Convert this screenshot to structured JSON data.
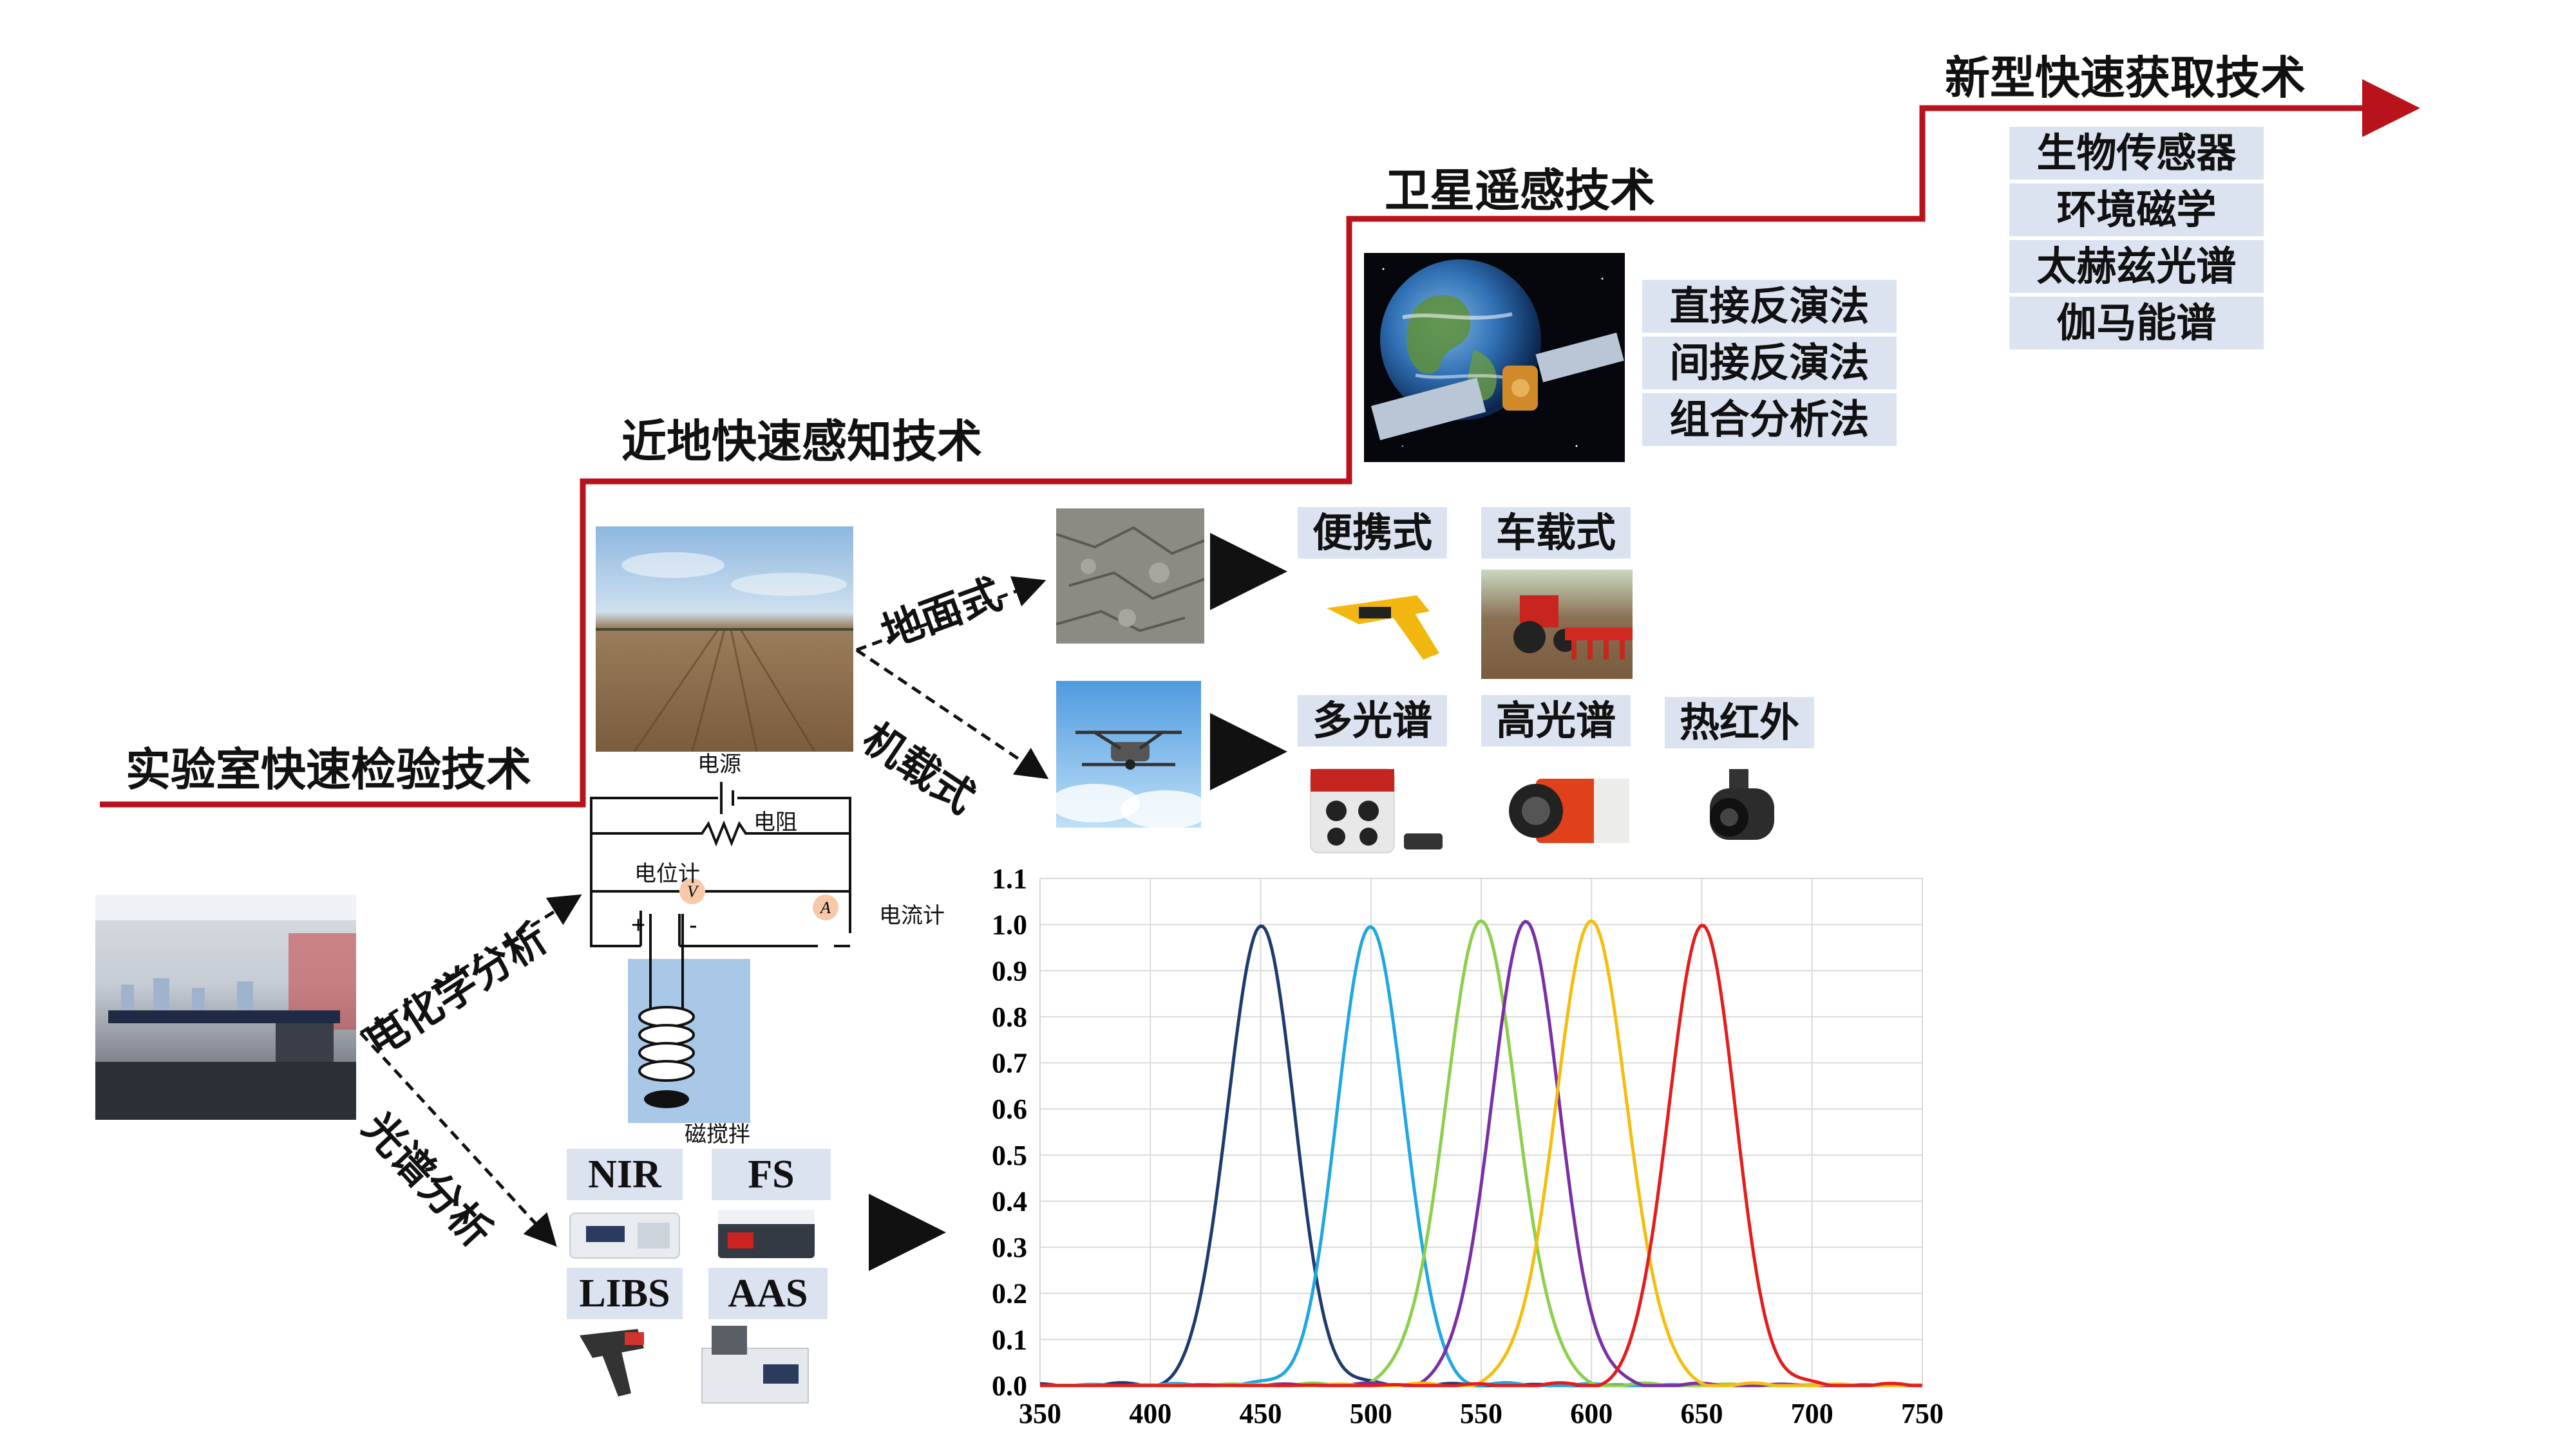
{
  "stages": [
    {
      "title": "实验室快速检验技术"
    },
    {
      "title": "近地快速感知技术"
    },
    {
      "title": "卫星遥感技术",
      "methods": [
        "直接反演法",
        "间接反演法",
        "组合分析法"
      ]
    },
    {
      "title": "新型快速获取技术",
      "methods": [
        "生物传感器",
        "环境磁学",
        "太赫兹光谱",
        "伽马能谱"
      ]
    }
  ],
  "near_ground": {
    "branch_ground": "地面式",
    "branch_air": "机载式",
    "ground_devices": [
      "便携式",
      "车载式"
    ],
    "air_devices": [
      "多光谱",
      "高光谱",
      "热红外"
    ]
  },
  "lab": {
    "branch_electro": "电化学分析",
    "branch_spectral": "光谱分析",
    "circuit": {
      "power": "电源",
      "resistor": "电阻",
      "voltmeter": "电位计",
      "ammeter": "电流计",
      "voltmeter_symbol": "V",
      "ammeter_symbol": "A",
      "plus": "+",
      "minus": "-",
      "stirrer": "磁搅拌"
    },
    "spectro_instruments": [
      "NIR",
      "FS",
      "LIBS",
      "AAS"
    ]
  },
  "colors": {
    "timeline": "#b8121b",
    "tag_bg": "#dce3f0"
  },
  "chart_data": {
    "type": "line",
    "title": "",
    "xlabel": "",
    "ylabel": "",
    "xlim": [
      350,
      750
    ],
    "ylim": [
      0,
      1.1
    ],
    "xticks": [
      350,
      400,
      450,
      500,
      550,
      600,
      650,
      700,
      750
    ],
    "yticks": [
      0.0,
      0.1,
      0.2,
      0.3,
      0.4,
      0.5,
      0.6,
      0.7,
      0.8,
      0.9,
      1.0,
      1.1
    ],
    "grid": true,
    "series": [
      {
        "color": "#1f3b6e",
        "peak_x": 450,
        "peak_y": 1.0,
        "width": 20
      },
      {
        "color": "#1ea7e0",
        "peak_x": 500,
        "peak_y": 1.0,
        "width": 20
      },
      {
        "color": "#8ccf4d",
        "peak_x": 550,
        "peak_y": 1.0,
        "width": 22
      },
      {
        "color": "#7a2fa5",
        "peak_x": 570,
        "peak_y": 1.0,
        "width": 21
      },
      {
        "color": "#f5bd0e",
        "peak_x": 600,
        "peak_y": 1.0,
        "width": 22
      },
      {
        "color": "#e41c1c",
        "peak_x": 650,
        "peak_y": 1.0,
        "width": 20
      }
    ]
  }
}
